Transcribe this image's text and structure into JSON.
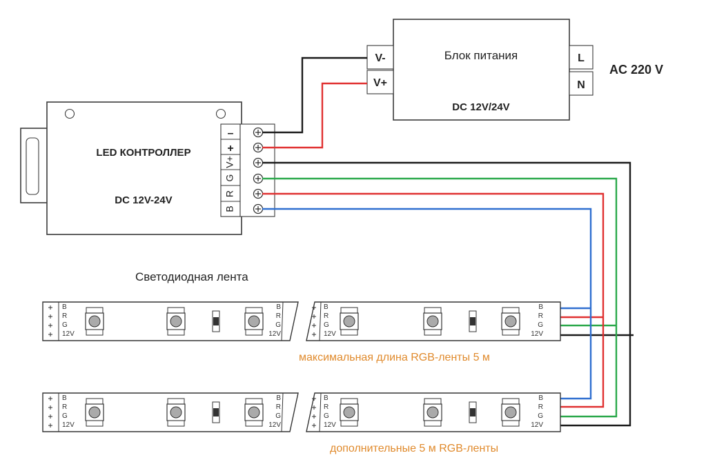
{
  "power_supply": {
    "title": "Блок питания",
    "voltage": "DC 12V/24V",
    "out_neg": "V-",
    "out_pos": "V+",
    "in_l": "L",
    "in_n": "N",
    "mains": "AC 220 V"
  },
  "controller": {
    "title": "LED КОНТРОЛЛЕР",
    "voltage": "DC 12V-24V",
    "terminals": [
      "–",
      "+",
      "V+",
      "G",
      "R",
      "B"
    ]
  },
  "strip_heading": "Светодиодная лента",
  "strip_pins": [
    "B",
    "R",
    "G",
    "12V"
  ],
  "right_pins": [
    "B",
    "R",
    "G",
    "12V"
  ],
  "caption_max": "максимальная длина RGB-ленты 5 м",
  "caption_extra": "дополнительные 5 м RGB-ленты",
  "colors": {
    "black": "#1a1a1a",
    "red": "#e03030",
    "green": "#2aa84a",
    "blue": "#2f6fd0",
    "caption": "#e08a2c"
  }
}
